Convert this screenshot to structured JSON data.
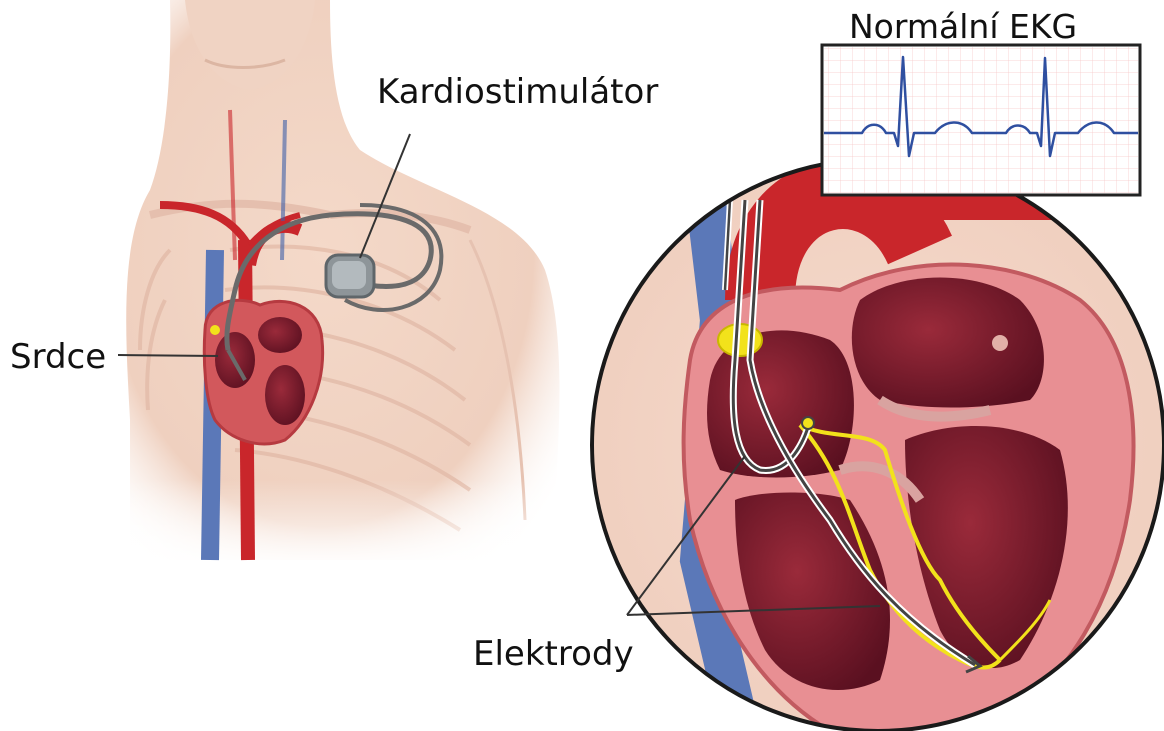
{
  "labels": {
    "ecg_title": "Normální EKG",
    "pacemaker": "Kardiostimulátor",
    "heart": "Srdce",
    "electrodes": "Elektrody"
  },
  "colors": {
    "skin": "#f2d7c8",
    "ecg_trace": "#2f4fa0",
    "ecg_grid": "#f3b9b9",
    "artery": "#c9262b",
    "vein": "#4d6fb3",
    "lead_wire": "#555555",
    "conduction_path": "#f2e21b",
    "myocardium": "#e88f93"
  }
}
